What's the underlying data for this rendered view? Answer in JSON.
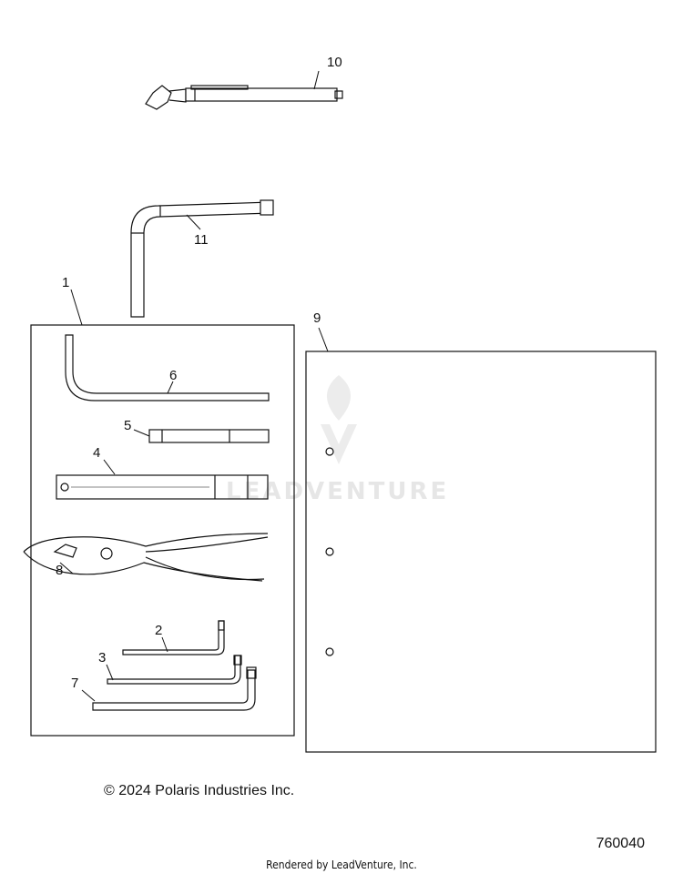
{
  "diagram": {
    "callouts": {
      "c1": "1",
      "c2": "2",
      "c3": "3",
      "c4": "4",
      "c5": "5",
      "c6": "6",
      "c7": "7",
      "c8": "8",
      "c9": "9",
      "c10": "10",
      "c11": "11"
    },
    "watermark_text": "LEADVENTURE"
  },
  "footer": {
    "copyright": "© 2024 Polaris Industries Inc.",
    "reference_number": "760040",
    "rendered_by": "Rendered by LeadVenture, Inc."
  }
}
